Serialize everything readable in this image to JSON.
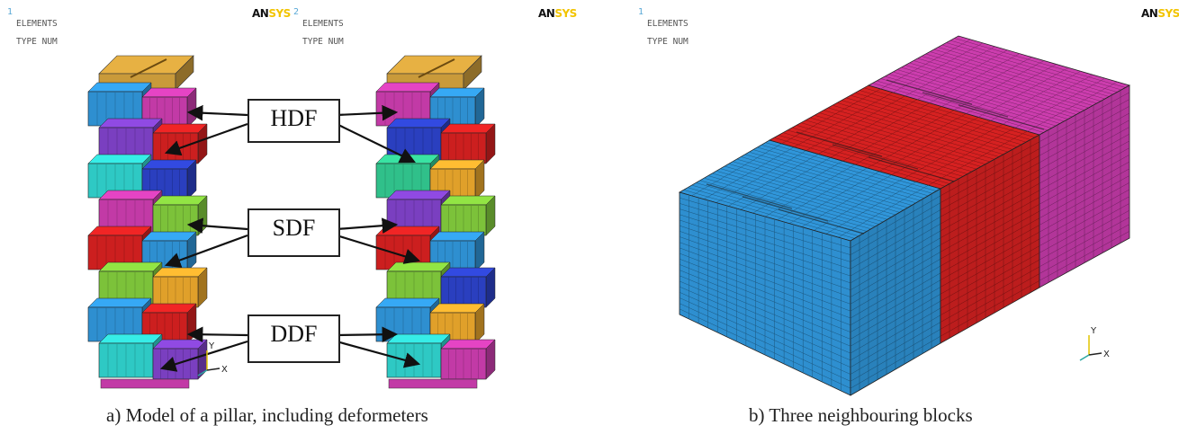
{
  "left_panel": {
    "viewport1": {
      "number": "1",
      "line1": "ELEMENTS",
      "line2": "TYPE NUM",
      "logo_an": "AN",
      "logo_sys": "SYS"
    },
    "viewport2": {
      "number": "2",
      "line1": "ELEMENTS",
      "line2": "TYPE NUM",
      "logo_an": "AN",
      "logo_sys": "SYS"
    },
    "callouts": {
      "hdf": "HDF",
      "sdf": "SDF",
      "ddf": "DDF"
    },
    "triad": {
      "x": "X",
      "y": "Y"
    },
    "caption": "a) Model of a pillar, including deformeters"
  },
  "right_panel": {
    "number": "1",
    "line1": "ELEMENTS",
    "line2": "TYPE NUM",
    "logo_an": "AN",
    "logo_sys": "SYS",
    "triad": {
      "x": "X",
      "y": "Y"
    },
    "caption": "b) Three neighbouring blocks"
  },
  "colors": {
    "blue": "#2e8fd0",
    "red": "#cc1f1f",
    "magenta": "#c23aa6",
    "green": "#7cc23a",
    "cyan": "#2ec9c4",
    "purple": "#7a3fc0",
    "navy": "#2a3fbf",
    "orange": "#e0a02a",
    "gold": "#c99a3a",
    "teal": "#30c08a"
  }
}
